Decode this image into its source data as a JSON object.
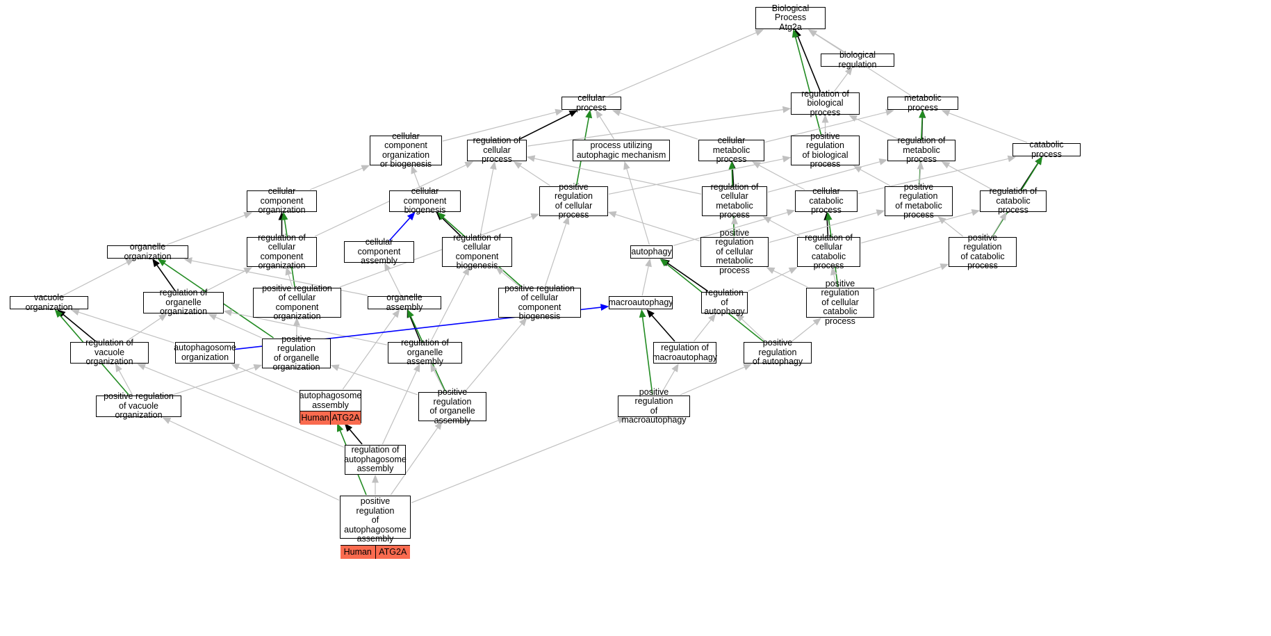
{
  "colors": {
    "is_a": "#c0c0c0",
    "regulates": "#000000",
    "positively_regulates": "#228b22",
    "part_of": "#0000ff",
    "annotation": "#fa6b4f"
  },
  "nodes": [
    {
      "id": "bp",
      "label": "Biological Process\nAtg2a"
    },
    {
      "id": "biological_regulation",
      "label": "biological regulation"
    },
    {
      "id": "cellular_process",
      "label": "cellular process"
    },
    {
      "id": "regulation_of_biological_process",
      "label": "regulation of\nbiological process"
    },
    {
      "id": "metabolic_process",
      "label": "metabolic process"
    },
    {
      "id": "cc_org_or_biogenesis",
      "label": "cellular component\norganization\nor biogenesis"
    },
    {
      "id": "regulation_of_cellular_process",
      "label": "regulation of\ncellular process"
    },
    {
      "id": "process_utilizing_autophagic",
      "label": "process utilizing\nautophagic mechanism"
    },
    {
      "id": "cellular_metabolic_process",
      "label": "cellular metabolic\nprocess"
    },
    {
      "id": "pos_reg_biological_process",
      "label": "positive regulation\nof biological\nprocess"
    },
    {
      "id": "regulation_of_metabolic_process",
      "label": "regulation of\nmetabolic process"
    },
    {
      "id": "catabolic_process",
      "label": "catabolic process"
    },
    {
      "id": "cc_organization",
      "label": "cellular component\norganization"
    },
    {
      "id": "cc_biogenesis",
      "label": "cellular component\nbiogenesis"
    },
    {
      "id": "pos_reg_cellular_process",
      "label": "positive regulation\nof cellular\nprocess"
    },
    {
      "id": "reg_cellular_metabolic",
      "label": "regulation of\ncellular metabolic\nprocess"
    },
    {
      "id": "cellular_catabolic_process",
      "label": "cellular catabolic\nprocess"
    },
    {
      "id": "pos_reg_metabolic_process",
      "label": "positive regulation\nof metabolic\nprocess"
    },
    {
      "id": "reg_catabolic_process",
      "label": "regulation of\ncatabolic process"
    },
    {
      "id": "organelle_organization",
      "label": "organelle organization"
    },
    {
      "id": "reg_cc_organization",
      "label": "regulation of\ncellular component\norganization"
    },
    {
      "id": "cc_assembly",
      "label": "cellular component\nassembly"
    },
    {
      "id": "reg_cc_biogenesis",
      "label": "regulation of\ncellular component\nbiogenesis"
    },
    {
      "id": "autophagy",
      "label": "autophagy"
    },
    {
      "id": "pos_reg_cellular_metabolic",
      "label": "positive regulation\nof cellular\nmetabolic process"
    },
    {
      "id": "reg_cellular_catabolic",
      "label": "regulation of\ncellular catabolic\nprocess"
    },
    {
      "id": "pos_reg_catabolic_process",
      "label": "positive regulation\nof catabolic\nprocess"
    },
    {
      "id": "vacuole_organization",
      "label": "vacuole organization"
    },
    {
      "id": "reg_organelle_organization",
      "label": "regulation of\norganelle organization"
    },
    {
      "id": "pos_reg_cc_organization",
      "label": "positive regulation\nof cellular\ncomponent organization"
    },
    {
      "id": "organelle_assembly",
      "label": "organelle assembly"
    },
    {
      "id": "pos_reg_cc_biogenesis",
      "label": "positive regulation\nof cellular\ncomponent biogenesis"
    },
    {
      "id": "macroautophagy",
      "label": "macroautophagy"
    },
    {
      "id": "regulation_of_autophagy",
      "label": "regulation of\nautophagy"
    },
    {
      "id": "pos_reg_cellular_catabolic",
      "label": "positive regulation\nof cellular\ncatabolic process"
    },
    {
      "id": "reg_vacuole_organization",
      "label": "regulation of\nvacuole organization"
    },
    {
      "id": "autophagosome_organization",
      "label": "autophagosome\norganization"
    },
    {
      "id": "pos_reg_organelle_organization",
      "label": "positive regulation\nof organelle\norganization"
    },
    {
      "id": "reg_organelle_assembly",
      "label": "regulation of\norganelle assembly"
    },
    {
      "id": "reg_macroautophagy",
      "label": "regulation of\nmacroautophagy"
    },
    {
      "id": "pos_reg_autophagy",
      "label": "positive regulation\nof autophagy"
    },
    {
      "id": "pos_reg_vacuole_organization",
      "label": "positive regulation\nof vacuole organization"
    },
    {
      "id": "autophagosome_assembly",
      "label": "autophagosome\nassembly",
      "annotation": {
        "species": "Human",
        "gene": "ATG2A"
      }
    },
    {
      "id": "pos_reg_organelle_assembly",
      "label": "positive regulation\nof organelle\nassembly"
    },
    {
      "id": "pos_reg_macroautophagy",
      "label": "positive regulation\nof macroautophagy"
    },
    {
      "id": "reg_autophagosome_assembly",
      "label": "regulation of\nautophagosome\nassembly"
    },
    {
      "id": "pos_reg_autophagosome_assembly",
      "label": "positive regulation\nof autophagosome\nassembly",
      "annotation": {
        "species": "Human",
        "gene": "ATG2A"
      }
    }
  ],
  "edges": [
    {
      "from": "biological_regulation",
      "to": "bp",
      "type": "is_a"
    },
    {
      "from": "cellular_process",
      "to": "bp",
      "type": "is_a"
    },
    {
      "from": "metabolic_process",
      "to": "bp",
      "type": "is_a"
    },
    {
      "from": "regulation_of_biological_process",
      "to": "bp",
      "type": "regulates"
    },
    {
      "from": "pos_reg_biological_process",
      "to": "bp",
      "type": "positively_regulates"
    },
    {
      "from": "regulation_of_biological_process",
      "to": "biological_regulation",
      "type": "is_a"
    },
    {
      "from": "cc_org_or_biogenesis",
      "to": "cellular_process",
      "type": "is_a"
    },
    {
      "from": "process_utilizing_autophagic",
      "to": "cellular_process",
      "type": "is_a"
    },
    {
      "from": "cellular_metabolic_process",
      "to": "cellular_process",
      "type": "is_a"
    },
    {
      "from": "regulation_of_cellular_process",
      "to": "cellular_process",
      "type": "regulates"
    },
    {
      "from": "pos_reg_cellular_process",
      "to": "cellular_process",
      "type": "positively_regulates"
    },
    {
      "from": "regulation_of_cellular_process",
      "to": "regulation_of_biological_process",
      "type": "is_a"
    },
    {
      "from": "pos_reg_biological_process",
      "to": "regulation_of_biological_process",
      "type": "is_a"
    },
    {
      "from": "regulation_of_metabolic_process",
      "to": "regulation_of_biological_process",
      "type": "is_a"
    },
    {
      "from": "cellular_metabolic_process",
      "to": "metabolic_process",
      "type": "is_a"
    },
    {
      "from": "catabolic_process",
      "to": "metabolic_process",
      "type": "is_a"
    },
    {
      "from": "regulation_of_metabolic_process",
      "to": "metabolic_process",
      "type": "regulates"
    },
    {
      "from": "pos_reg_metabolic_process",
      "to": "metabolic_process",
      "type": "positively_regulates"
    },
    {
      "from": "cc_organization",
      "to": "cc_org_or_biogenesis",
      "type": "is_a"
    },
    {
      "from": "cc_biogenesis",
      "to": "cc_org_or_biogenesis",
      "type": "is_a"
    },
    {
      "from": "autophagy",
      "to": "process_utilizing_autophagic",
      "type": "is_a"
    },
    {
      "from": "reg_cellular_metabolic",
      "to": "cellular_metabolic_process",
      "type": "regulates"
    },
    {
      "from": "pos_reg_cellular_metabolic",
      "to": "cellular_metabolic_process",
      "type": "positively_regulates"
    },
    {
      "from": "cellular_catabolic_process",
      "to": "cellular_metabolic_process",
      "type": "is_a"
    },
    {
      "from": "pos_reg_cellular_process",
      "to": "pos_reg_biological_process",
      "type": "is_a"
    },
    {
      "from": "pos_reg_metabolic_process",
      "to": "pos_reg_biological_process",
      "type": "is_a"
    },
    {
      "from": "reg_cellular_metabolic",
      "to": "regulation_of_metabolic_process",
      "type": "is_a"
    },
    {
      "from": "pos_reg_metabolic_process",
      "to": "regulation_of_metabolic_process",
      "type": "is_a"
    },
    {
      "from": "reg_catabolic_process",
      "to": "regulation_of_metabolic_process",
      "type": "is_a"
    },
    {
      "from": "cellular_catabolic_process",
      "to": "catabolic_process",
      "type": "is_a"
    },
    {
      "from": "reg_catabolic_process",
      "to": "catabolic_process",
      "type": "regulates"
    },
    {
      "from": "pos_reg_catabolic_process",
      "to": "catabolic_process",
      "type": "positively_regulates"
    },
    {
      "from": "reg_cc_organization",
      "to": "cc_organization",
      "type": "regulates"
    },
    {
      "from": "organelle_organization",
      "to": "cc_organization",
      "type": "is_a"
    },
    {
      "from": "pos_reg_cc_organization",
      "to": "cc_organization",
      "type": "positively_regulates"
    },
    {
      "from": "cc_assembly",
      "to": "cc_biogenesis",
      "type": "part_of"
    },
    {
      "from": "reg_cc_biogenesis",
      "to": "cc_biogenesis",
      "type": "regulates"
    },
    {
      "from": "pos_reg_cc_biogenesis",
      "to": "cc_biogenesis",
      "type": "positively_regulates"
    },
    {
      "from": "reg_cc_organization",
      "to": "regulation_of_cellular_process",
      "type": "is_a"
    },
    {
      "from": "reg_cc_biogenesis",
      "to": "regulation_of_cellular_process",
      "type": "is_a"
    },
    {
      "from": "pos_reg_cellular_process",
      "to": "regulation_of_cellular_process",
      "type": "is_a"
    },
    {
      "from": "reg_cellular_metabolic",
      "to": "regulation_of_cellular_process",
      "type": "is_a"
    },
    {
      "from": "pos_reg_cc_organization",
      "to": "pos_reg_cellular_process",
      "type": "is_a"
    },
    {
      "from": "pos_reg_cc_biogenesis",
      "to": "pos_reg_cellular_process",
      "type": "is_a"
    },
    {
      "from": "pos_reg_cellular_metabolic",
      "to": "pos_reg_cellular_process",
      "type": "is_a"
    },
    {
      "from": "pos_reg_cellular_metabolic",
      "to": "reg_cellular_metabolic",
      "type": "is_a"
    },
    {
      "from": "reg_cellular_catabolic",
      "to": "reg_cellular_metabolic",
      "type": "is_a"
    },
    {
      "from": "reg_cellular_catabolic",
      "to": "cellular_catabolic_process",
      "type": "regulates"
    },
    {
      "from": "pos_reg_cellular_catabolic",
      "to": "cellular_catabolic_process",
      "type": "positively_regulates"
    },
    {
      "from": "autophagy",
      "to": "cellular_catabolic_process",
      "type": "is_a"
    },
    {
      "from": "pos_reg_cellular_metabolic",
      "to": "pos_reg_metabolic_process",
      "type": "is_a"
    },
    {
      "from": "pos_reg_catabolic_process",
      "to": "pos_reg_metabolic_process",
      "type": "is_a"
    },
    {
      "from": "reg_cellular_catabolic",
      "to": "reg_catabolic_process",
      "type": "is_a"
    },
    {
      "from": "pos_reg_catabolic_process",
      "to": "reg_catabolic_process",
      "type": "is_a"
    },
    {
      "from": "vacuole_organization",
      "to": "organelle_organization",
      "type": "is_a"
    },
    {
      "from": "reg_organelle_organization",
      "to": "organelle_organization",
      "type": "regulates"
    },
    {
      "from": "pos_reg_organelle_organization",
      "to": "organelle_organization",
      "type": "positively_regulates"
    },
    {
      "from": "organelle_assembly",
      "to": "organelle_organization",
      "type": "is_a"
    },
    {
      "from": "reg_organelle_organization",
      "to": "reg_cc_organization",
      "type": "is_a"
    },
    {
      "from": "pos_reg_cc_organization",
      "to": "reg_cc_organization",
      "type": "is_a"
    },
    {
      "from": "organelle_assembly",
      "to": "cc_assembly",
      "type": "is_a"
    },
    {
      "from": "reg_organelle_assembly",
      "to": "reg_cc_biogenesis",
      "type": "is_a"
    },
    {
      "from": "pos_reg_cc_biogenesis",
      "to": "reg_cc_biogenesis",
      "type": "is_a"
    },
    {
      "from": "macroautophagy",
      "to": "autophagy",
      "type": "is_a"
    },
    {
      "from": "regulation_of_autophagy",
      "to": "autophagy",
      "type": "regulates"
    },
    {
      "from": "pos_reg_autophagy",
      "to": "autophagy",
      "type": "positively_regulates"
    },
    {
      "from": "pos_reg_cellular_catabolic",
      "to": "pos_reg_cellular_metabolic",
      "type": "is_a"
    },
    {
      "from": "pos_reg_cellular_catabolic",
      "to": "reg_cellular_catabolic",
      "type": "is_a"
    },
    {
      "from": "regulation_of_autophagy",
      "to": "reg_cellular_catabolic",
      "type": "is_a"
    },
    {
      "from": "pos_reg_cellular_catabolic",
      "to": "pos_reg_catabolic_process",
      "type": "is_a"
    },
    {
      "from": "reg_vacuole_organization",
      "to": "vacuole_organization",
      "type": "regulates"
    },
    {
      "from": "pos_reg_vacuole_organization",
      "to": "vacuole_organization",
      "type": "positively_regulates"
    },
    {
      "from": "autophagosome_organization",
      "to": "vacuole_organization",
      "type": "is_a"
    },
    {
      "from": "reg_vacuole_organization",
      "to": "reg_organelle_organization",
      "type": "is_a"
    },
    {
      "from": "pos_reg_organelle_organization",
      "to": "reg_organelle_organization",
      "type": "is_a"
    },
    {
      "from": "reg_organelle_assembly",
      "to": "reg_organelle_organization",
      "type": "is_a"
    },
    {
      "from": "pos_reg_organelle_organization",
      "to": "pos_reg_cc_organization",
      "type": "is_a"
    },
    {
      "from": "reg_organelle_assembly",
      "to": "organelle_assembly",
      "type": "regulates"
    },
    {
      "from": "pos_reg_organelle_assembly",
      "to": "organelle_assembly",
      "type": "positively_regulates"
    },
    {
      "from": "autophagosome_assembly",
      "to": "organelle_assembly",
      "type": "is_a"
    },
    {
      "from": "pos_reg_organelle_assembly",
      "to": "pos_reg_cc_biogenesis",
      "type": "is_a"
    },
    {
      "from": "autophagosome_organization",
      "to": "macroautophagy",
      "type": "part_of"
    },
    {
      "from": "reg_macroautophagy",
      "to": "macroautophagy",
      "type": "regulates"
    },
    {
      "from": "pos_reg_macroautophagy",
      "to": "macroautophagy",
      "type": "positively_regulates"
    },
    {
      "from": "reg_macroautophagy",
      "to": "regulation_of_autophagy",
      "type": "is_a"
    },
    {
      "from": "pos_reg_autophagy",
      "to": "regulation_of_autophagy",
      "type": "is_a"
    },
    {
      "from": "pos_reg_autophagy",
      "to": "pos_reg_cellular_catabolic",
      "type": "is_a"
    },
    {
      "from": "pos_reg_vacuole_organization",
      "to": "reg_vacuole_organization",
      "type": "is_a"
    },
    {
      "from": "reg_autophagosome_assembly",
      "to": "reg_vacuole_organization",
      "type": "is_a"
    },
    {
      "from": "autophagosome_assembly",
      "to": "autophagosome_organization",
      "type": "is_a"
    },
    {
      "from": "pos_reg_vacuole_organization",
      "to": "pos_reg_organelle_organization",
      "type": "is_a"
    },
    {
      "from": "pos_reg_organelle_assembly",
      "to": "pos_reg_organelle_organization",
      "type": "is_a"
    },
    {
      "from": "reg_autophagosome_assembly",
      "to": "reg_organelle_assembly",
      "type": "is_a"
    },
    {
      "from": "pos_reg_organelle_assembly",
      "to": "reg_organelle_assembly",
      "type": "is_a"
    },
    {
      "from": "pos_reg_macroautophagy",
      "to": "reg_macroautophagy",
      "type": "is_a"
    },
    {
      "from": "pos_reg_macroautophagy",
      "to": "pos_reg_autophagy",
      "type": "is_a"
    },
    {
      "from": "reg_autophagosome_assembly",
      "to": "autophagosome_assembly",
      "type": "regulates"
    },
    {
      "from": "pos_reg_autophagosome_assembly",
      "to": "autophagosome_assembly",
      "type": "positively_regulates"
    },
    {
      "from": "pos_reg_autophagosome_assembly",
      "to": "reg_autophagosome_assembly",
      "type": "is_a"
    },
    {
      "from": "pos_reg_autophagosome_assembly",
      "to": "pos_reg_vacuole_organization",
      "type": "is_a"
    },
    {
      "from": "pos_reg_autophagosome_assembly",
      "to": "pos_reg_organelle_assembly",
      "type": "is_a"
    },
    {
      "from": "pos_reg_autophagosome_assembly",
      "to": "pos_reg_macroautophagy",
      "type": "is_a"
    }
  ]
}
